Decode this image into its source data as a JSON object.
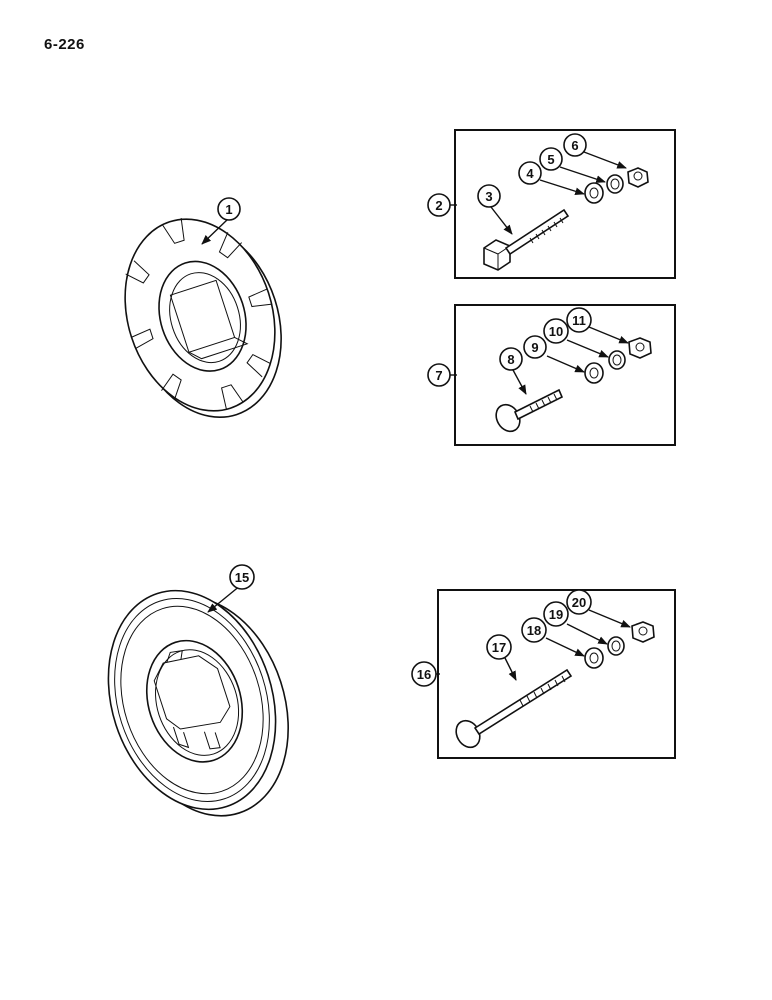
{
  "page": {
    "number": "6-226"
  },
  "callouts": {
    "c1": "1",
    "c2": "2",
    "c3": "3",
    "c4": "4",
    "c5": "5",
    "c6": "6",
    "c7": "7",
    "c8": "8",
    "c9": "9",
    "c10": "10",
    "c11": "11",
    "c15": "15",
    "c16": "16",
    "c17": "17",
    "c18": "18",
    "c19": "19",
    "c20": "20"
  }
}
